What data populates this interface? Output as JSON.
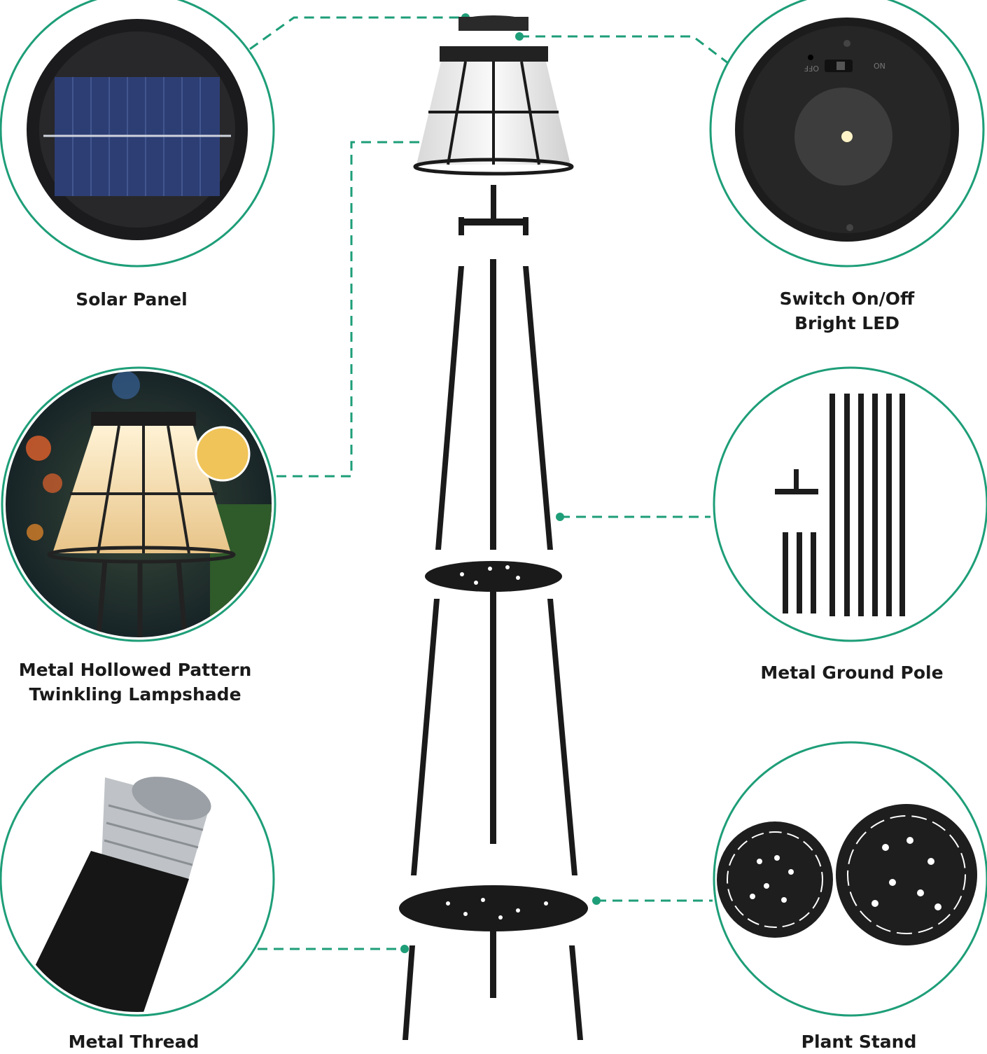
{
  "accent_color": "#1e9e78",
  "callouts": [
    {
      "id": "solar-panel",
      "lines": [
        "Solar Panel"
      ]
    },
    {
      "id": "switch",
      "lines": [
        "Switch On/Off",
        "Bright LED"
      ]
    },
    {
      "id": "lampshade",
      "lines": [
        "Metal Hollowed Pattern",
        "Twinkling Lampshade"
      ]
    },
    {
      "id": "ground-pole",
      "lines": [
        "Metal Ground Pole"
      ]
    },
    {
      "id": "metal-thread",
      "lines": [
        "Metal Thread"
      ]
    },
    {
      "id": "plant-stand",
      "lines": [
        "Plant Stand"
      ]
    }
  ],
  "switch_labels": {
    "off": "OFF",
    "on": "ON"
  }
}
